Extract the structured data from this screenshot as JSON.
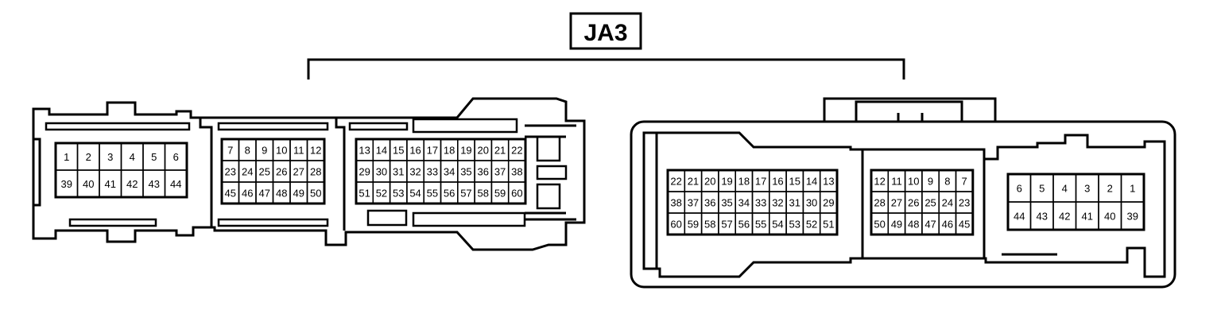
{
  "title": "JA3",
  "left_connector": {
    "blocks": [
      {
        "rows": [
          [
            "1",
            "2",
            "3",
            "4",
            "5",
            "6"
          ],
          [
            "39",
            "40",
            "41",
            "42",
            "43",
            "44"
          ]
        ]
      },
      {
        "rows": [
          [
            "7",
            "8",
            "9",
            "10",
            "11",
            "12"
          ],
          [
            "23",
            "24",
            "25",
            "26",
            "27",
            "28"
          ],
          [
            "45",
            "46",
            "47",
            "48",
            "49",
            "50"
          ]
        ]
      },
      {
        "rows": [
          [
            "13",
            "14",
            "15",
            "16",
            "17",
            "18",
            "19",
            "20",
            "21",
            "22"
          ],
          [
            "29",
            "30",
            "31",
            "32",
            "33",
            "34",
            "35",
            "36",
            "37",
            "38"
          ],
          [
            "51",
            "52",
            "53",
            "54",
            "55",
            "56",
            "57",
            "58",
            "59",
            "60"
          ]
        ]
      }
    ]
  },
  "right_connector": {
    "blocks": [
      {
        "rows": [
          [
            "22",
            "21",
            "20",
            "19",
            "18",
            "17",
            "16",
            "15",
            "14",
            "13"
          ],
          [
            "38",
            "37",
            "36",
            "35",
            "34",
            "33",
            "32",
            "31",
            "30",
            "29"
          ],
          [
            "60",
            "59",
            "58",
            "57",
            "56",
            "55",
            "54",
            "53",
            "52",
            "51"
          ]
        ]
      },
      {
        "rows": [
          [
            "12",
            "11",
            "10",
            "9",
            "8",
            "7"
          ],
          [
            "28",
            "27",
            "26",
            "25",
            "24",
            "23"
          ],
          [
            "50",
            "49",
            "48",
            "47",
            "46",
            "45"
          ]
        ]
      },
      {
        "rows": [
          [
            "6",
            "5",
            "4",
            "3",
            "2",
            "1"
          ],
          [
            "44",
            "43",
            "42",
            "41",
            "40",
            "39"
          ]
        ]
      }
    ]
  }
}
